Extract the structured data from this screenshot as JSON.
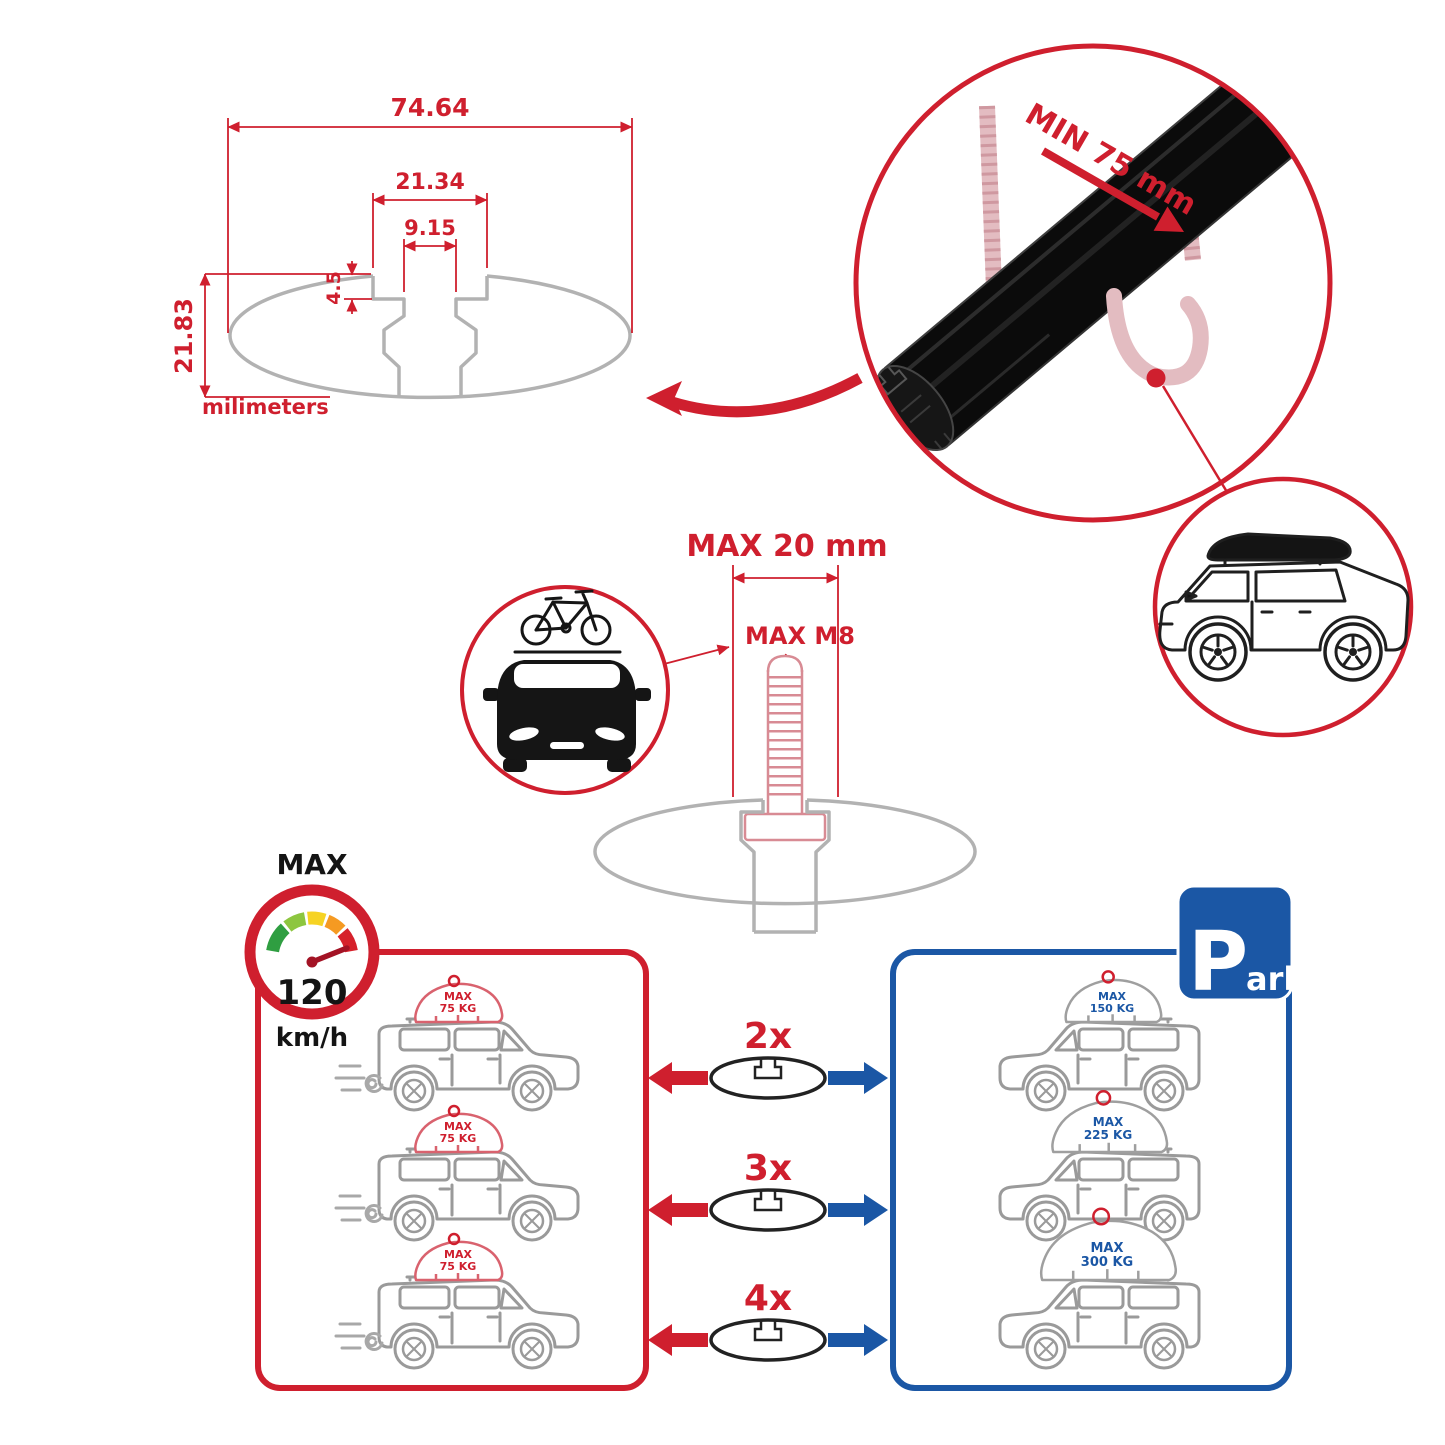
{
  "accent_colors": {
    "red": "#cf1f2e",
    "blue": "#1b57a5",
    "line_gray": "#9a9a9a",
    "clamp_pink": "#e3bcc1"
  },
  "profile_dimensions": {
    "total_width": "74.64",
    "channel_width": "21.34",
    "slot_width": "9.15",
    "lip_depth": "4.5",
    "total_height": "21.83",
    "units_label": "milimeters"
  },
  "clamp_note": {
    "min_clearance": "MIN 75 mm"
  },
  "bolt_note": {
    "max_length": "MAX 20 mm",
    "max_thread": "MAX M8"
  },
  "speed_limit": {
    "title": "MAX",
    "value": "120",
    "unit": "km/h"
  },
  "park_sign": {
    "letter": "P",
    "suffix": "ark"
  },
  "load_rows": [
    {
      "multiplier": "2x",
      "left_line1": "MAX",
      "left_line2": "75 KG",
      "right_line1": "MAX",
      "right_line2": "150 KG"
    },
    {
      "multiplier": "3x",
      "left_line1": "MAX",
      "left_line2": "75 KG",
      "right_line1": "MAX",
      "right_line2": "225 KG"
    },
    {
      "multiplier": "4x",
      "left_line1": "MAX",
      "left_line2": "75 KG",
      "right_line1": "MAX",
      "right_line2": "300 KG"
    }
  ],
  "icons": [
    "speedometer-icon",
    "car-front-bike-icon",
    "suv-roofbox-icon",
    "crossbar-profile-icon",
    "park-sign",
    "motion-swirl-icon",
    "roof-cargo-icon"
  ]
}
